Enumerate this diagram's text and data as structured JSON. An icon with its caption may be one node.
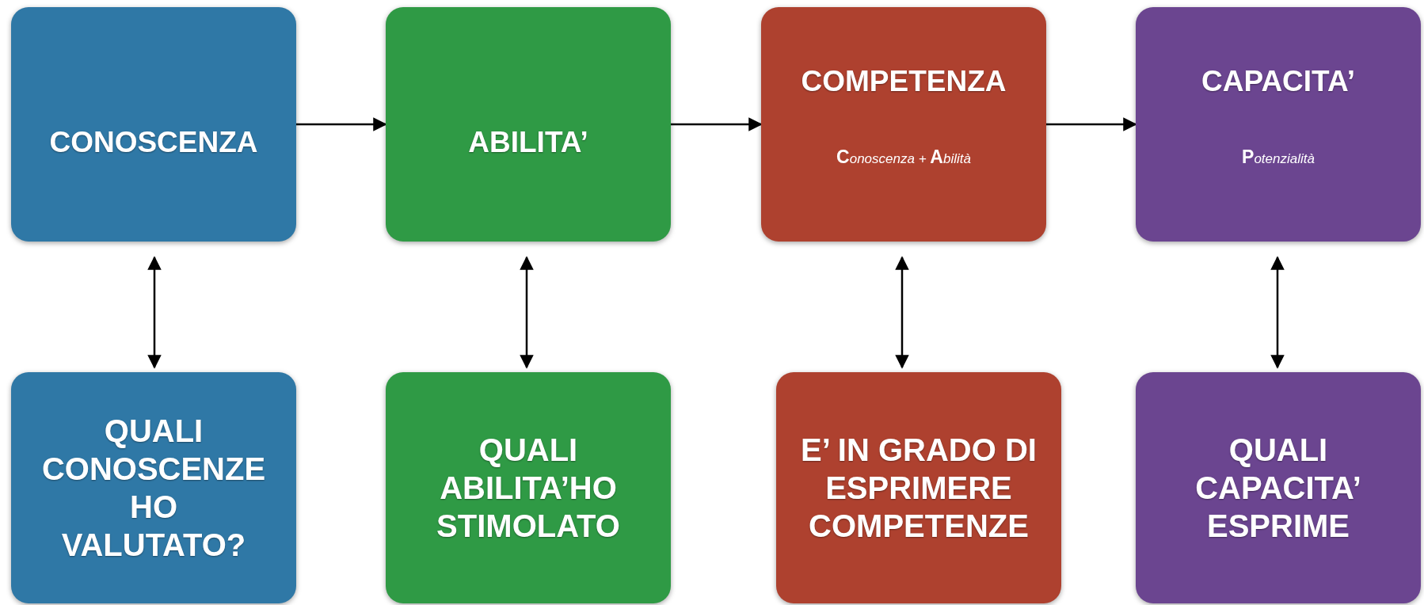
{
  "diagram": {
    "nodes": [
      {
        "text": [
          "CONOSCENZA"
        ]
      },
      {
        "text": [
          "ABILITA’"
        ]
      },
      {
        "text": [
          "COMPETENZA",
          "**C**onoscenza + **A**bilità"
        ]
      },
      {
        "text": [
          "CAPACITA’",
          "**P**otenzialità"
        ]
      },
      {
        "text": [
          "QUALI CONOSCENZE HO VALUTATO?"
        ]
      },
      {
        "text": [
          "QUALI ABILITA’HO STIMOLATO"
        ]
      },
      {
        "text": [
          "E’ IN GRADO DI ESPRIMERE COMPETENZE"
        ]
      },
      {
        "text": [
          "QUALI CAPACITA’ ESPRIME"
        ]
      }
    ],
    "edges": [
      {
        "from": 0,
        "to": 1,
        "arrow": "to"
      },
      {
        "from": 1,
        "to": 2,
        "arrow": "to"
      },
      {
        "from": 2,
        "to": 3,
        "arrow": "to"
      },
      {
        "from": 0,
        "to": 4,
        "arrow": "both"
      },
      {
        "from": 1,
        "to": 5,
        "arrow": "both"
      },
      {
        "from": 2,
        "to": 6,
        "arrow": "both"
      },
      {
        "from": 3,
        "to": 7,
        "arrow": "both"
      }
    ]
  }
}
